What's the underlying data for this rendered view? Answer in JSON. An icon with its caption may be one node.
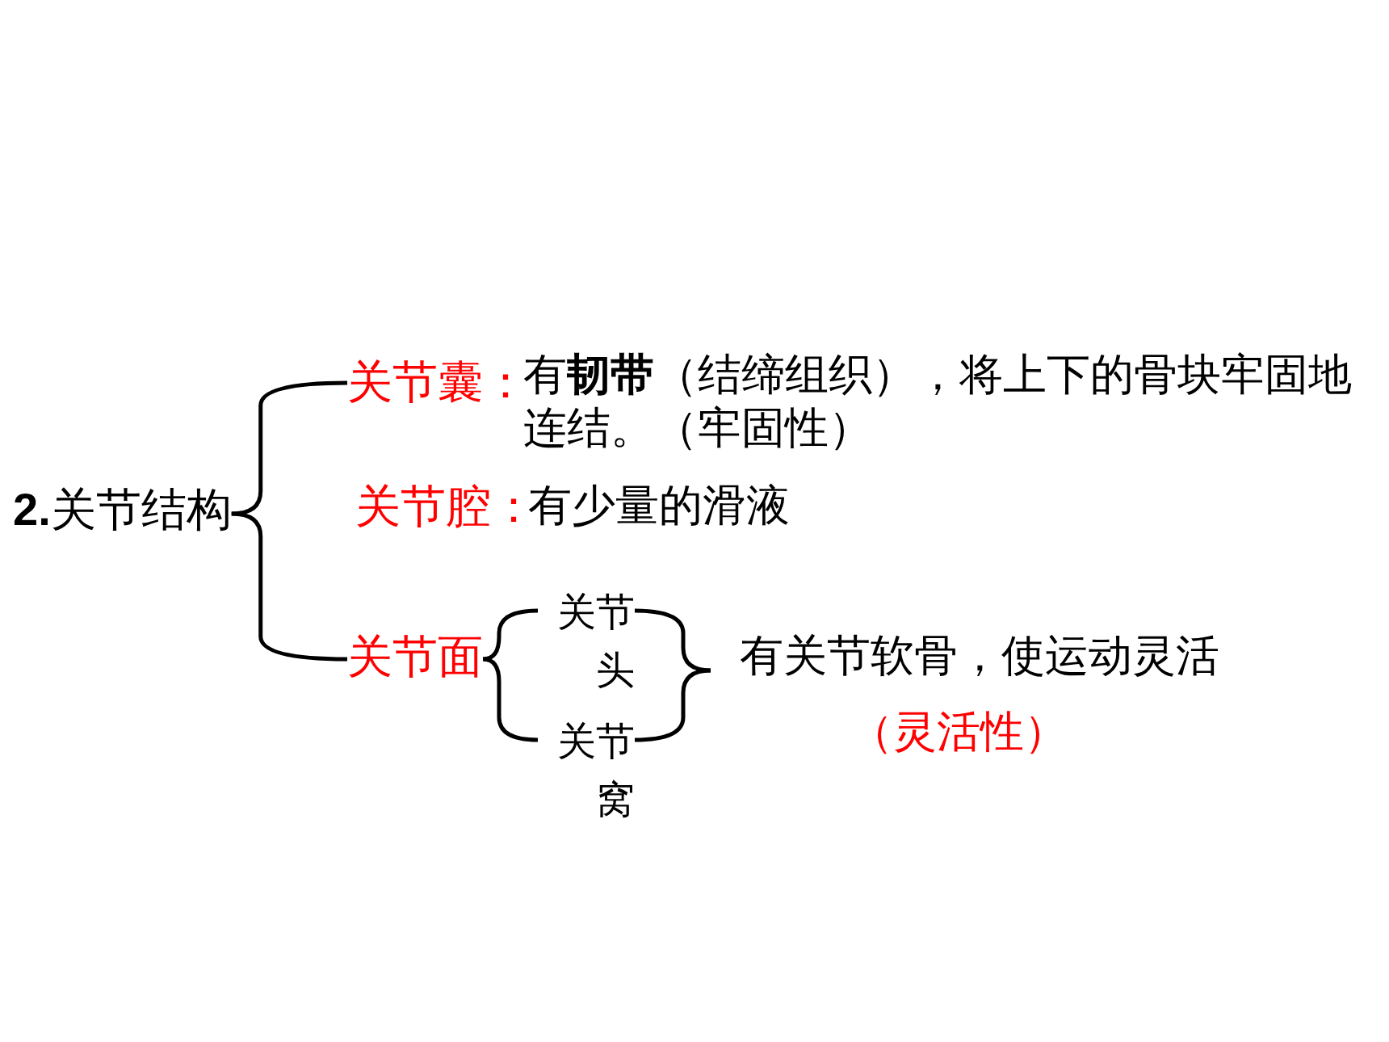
{
  "diagram": {
    "nodes": [
      {
        "text": [
          "**2.**关节结构"
        ]
      },
      {
        "text": [
          "关节囊：",
          "有**韧带**（结缔组织），将上下的骨块牢固地连结。（牢固性）"
        ]
      },
      {
        "text": [
          "关节腔：",
          "有少量的滑液"
        ]
      },
      {
        "text": [
          "关节面"
        ]
      },
      {
        "text": [
          "关节头"
        ]
      },
      {
        "text": [
          "关节窝"
        ]
      },
      {
        "text": [
          "有关节软骨，使运动灵活",
          "（灵活性）"
        ]
      }
    ],
    "edges": [
      {
        "from": 0,
        "to": 1,
        "arrow": "none"
      },
      {
        "from": 0,
        "to": 3,
        "arrow": "none"
      },
      {
        "from": 3,
        "to": 4,
        "arrow": "none"
      },
      {
        "from": 3,
        "to": 5,
        "arrow": "none"
      },
      {
        "from": 4,
        "to": 6,
        "arrow": "none"
      },
      {
        "from": 5,
        "to": 6,
        "arrow": "none"
      }
    ]
  }
}
